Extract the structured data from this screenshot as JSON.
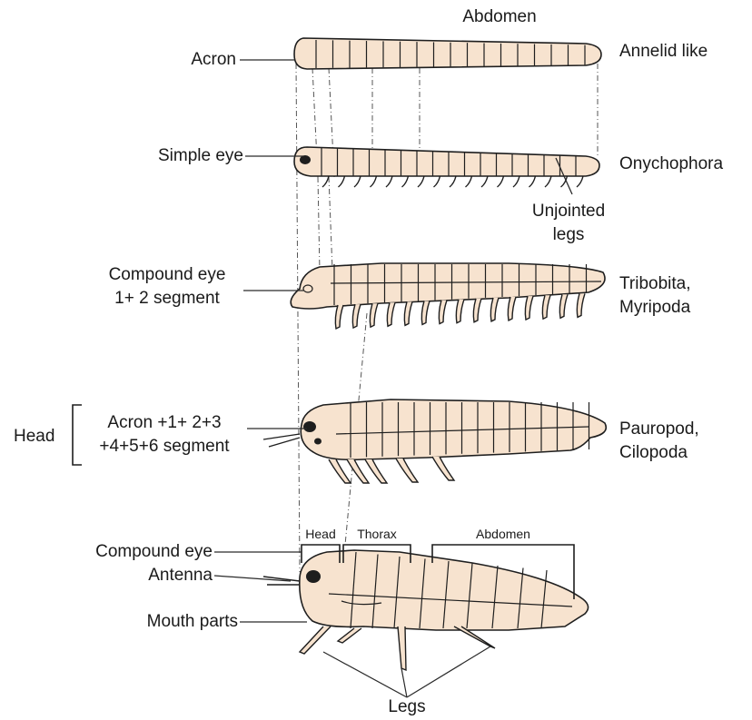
{
  "colors": {
    "body": "#f7e3cf",
    "outline": "#1e1e1e",
    "eye": "#1e1e1e",
    "leader": "#2a2a2a"
  },
  "top_label": "Abdomen",
  "labels": {
    "acron": "Acron",
    "simple_eye": "Simple eye",
    "compound_eye_1": "Compound eye",
    "segment_1_2": "1+ 2 segment",
    "head": "Head",
    "acron_segments_line1": "Acron +1+ 2+3",
    "acron_segments_line2": "+4+5+6 segment",
    "compound_eye_2": "Compound eye",
    "antenna": "Antenna",
    "mouth_parts": "Mouth parts",
    "unjointed_line1": "Unjointed",
    "unjointed_line2": "legs",
    "legs": "Legs"
  },
  "groups": {
    "annelid": "Annelid like",
    "onychophora": "Onychophora",
    "tribobita_1": "Tribobita,",
    "tribobita_2": "Myripoda",
    "pauropod_1": "Pauropod,",
    "pauropod_2": "Cilopoda"
  },
  "tagmata": {
    "head": "Head",
    "thorax": "Thorax",
    "abdomen": "Abdomen"
  }
}
